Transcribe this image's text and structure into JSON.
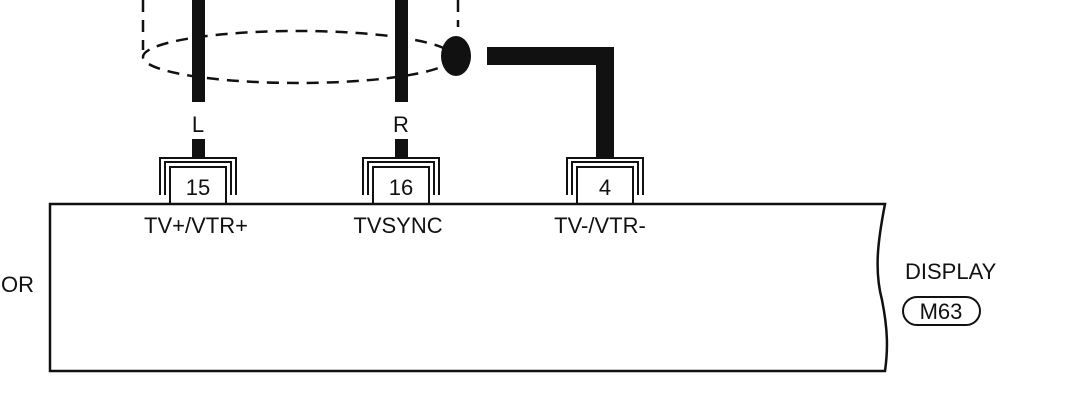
{
  "wires": [
    {
      "id": "L",
      "label": "L"
    },
    {
      "id": "R",
      "label": "R"
    }
  ],
  "connectors": [
    {
      "pin": "15",
      "signal": "TV+/VTR+"
    },
    {
      "pin": "16",
      "signal": "TVSYNC"
    },
    {
      "pin": "4",
      "signal": "TV-/VTR-"
    }
  ],
  "left_unit": {
    "label_fragment": "OR"
  },
  "display_unit": {
    "name": "DISPLAY",
    "connector_id": "M63"
  },
  "colors": {
    "line": "#111111",
    "background": "#ffffff"
  }
}
